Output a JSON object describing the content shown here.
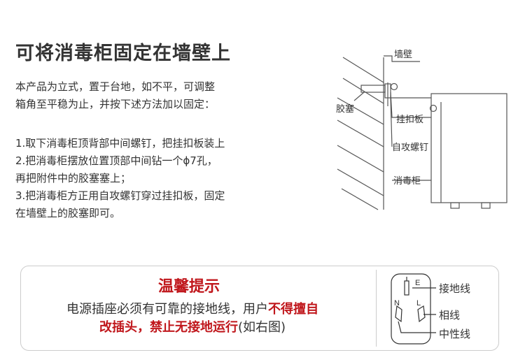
{
  "page": {
    "title": "可将消毒柜固定在墙壁上",
    "intro": [
      "本产品为立式，置于台地，如不平，可调整",
      "箱角至平稳为止，并按下述方法加以固定："
    ],
    "steps": [
      "1.取下消毒柜顶背部中间螺钉，把挂扣板装上",
      "2.把消毒柜摆放位置顶部中间钻一个ϕ7孔，",
      "再把附件中的胶塞塞上；",
      "3.把消毒柜方正用自攻螺钉穿过挂扣板，固定",
      "在墙壁上的胶塞即可。"
    ]
  },
  "diagram": {
    "labels": {
      "wall": "墙壁",
      "plug": "胶塞",
      "bracket": "挂扣板",
      "screw": "自攻螺钉",
      "cabinet": "消毒柜"
    }
  },
  "tip": {
    "title": "温馨提示",
    "line1_normal": "电源插座必须有可靠的接地线，用户",
    "line1_red": "不得擅自",
    "line2_red": "改插头，禁止无接地运行",
    "line2_normal": "(如右图)"
  },
  "socket": {
    "letters": {
      "earth": "E",
      "neutral": "N",
      "live": "L"
    },
    "labels": {
      "earth": "接地线",
      "live": "相线",
      "neutral": "中性线"
    }
  },
  "colors": {
    "accent_red": "#c0171c",
    "text": "#333333",
    "line": "#555555"
  }
}
